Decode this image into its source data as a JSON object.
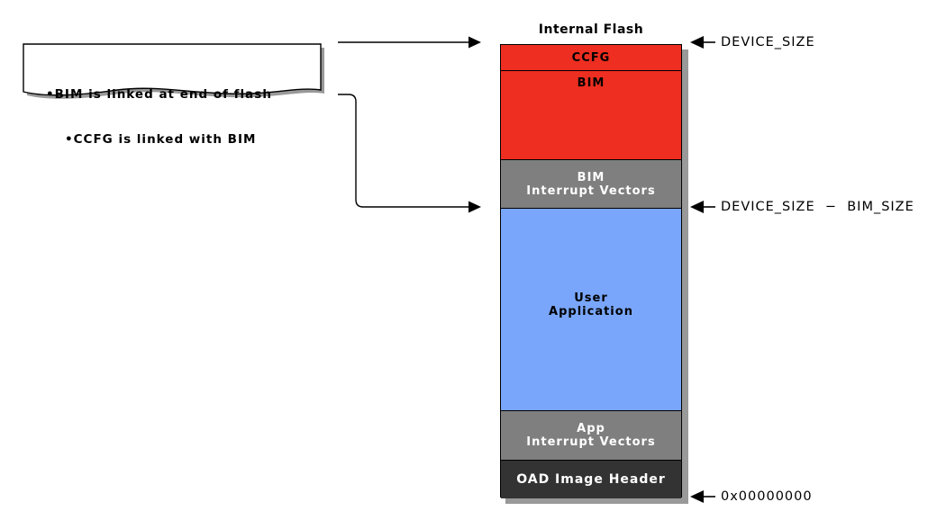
{
  "note": {
    "lines": [
      "•BIM is linked at end of flash",
      "•CCFG is linked with BIM"
    ]
  },
  "diagram": {
    "title": "Internal Flash",
    "sections": [
      {
        "id": "ccfg",
        "line1": "CCFG",
        "line2": "",
        "bg": "#ed2e20",
        "fg": "#000000"
      },
      {
        "id": "bim",
        "line1": "BIM",
        "line2": "",
        "bg": "#ed2e20",
        "fg": "#000000"
      },
      {
        "id": "bim-vectors",
        "line1": "BIM",
        "line2": "Interrupt Vectors",
        "bg": "#7f7f7f",
        "fg": "#ffffff"
      },
      {
        "id": "user-app",
        "line1": "User",
        "line2": "Application",
        "bg": "#79a6fa",
        "fg": "#000000"
      },
      {
        "id": "app-vectors",
        "line1": "App",
        "line2": "Interrupt Vectors",
        "bg": "#7f7f7f",
        "fg": "#ffffff"
      },
      {
        "id": "oad-header",
        "line1": "OAD Image Header",
        "line2": "",
        "bg": "#333333",
        "fg": "#ffffff"
      }
    ]
  },
  "address_labels": {
    "top": "DEVICE_SIZE",
    "middle": "DEVICE_SIZE  −  BIM_SIZE",
    "bottom": "0x00000000"
  },
  "colors": {
    "red": "#ed2e20",
    "gray": "#7f7f7f",
    "blue": "#79a6fa",
    "dark": "#333333",
    "shadow": "#999999"
  }
}
